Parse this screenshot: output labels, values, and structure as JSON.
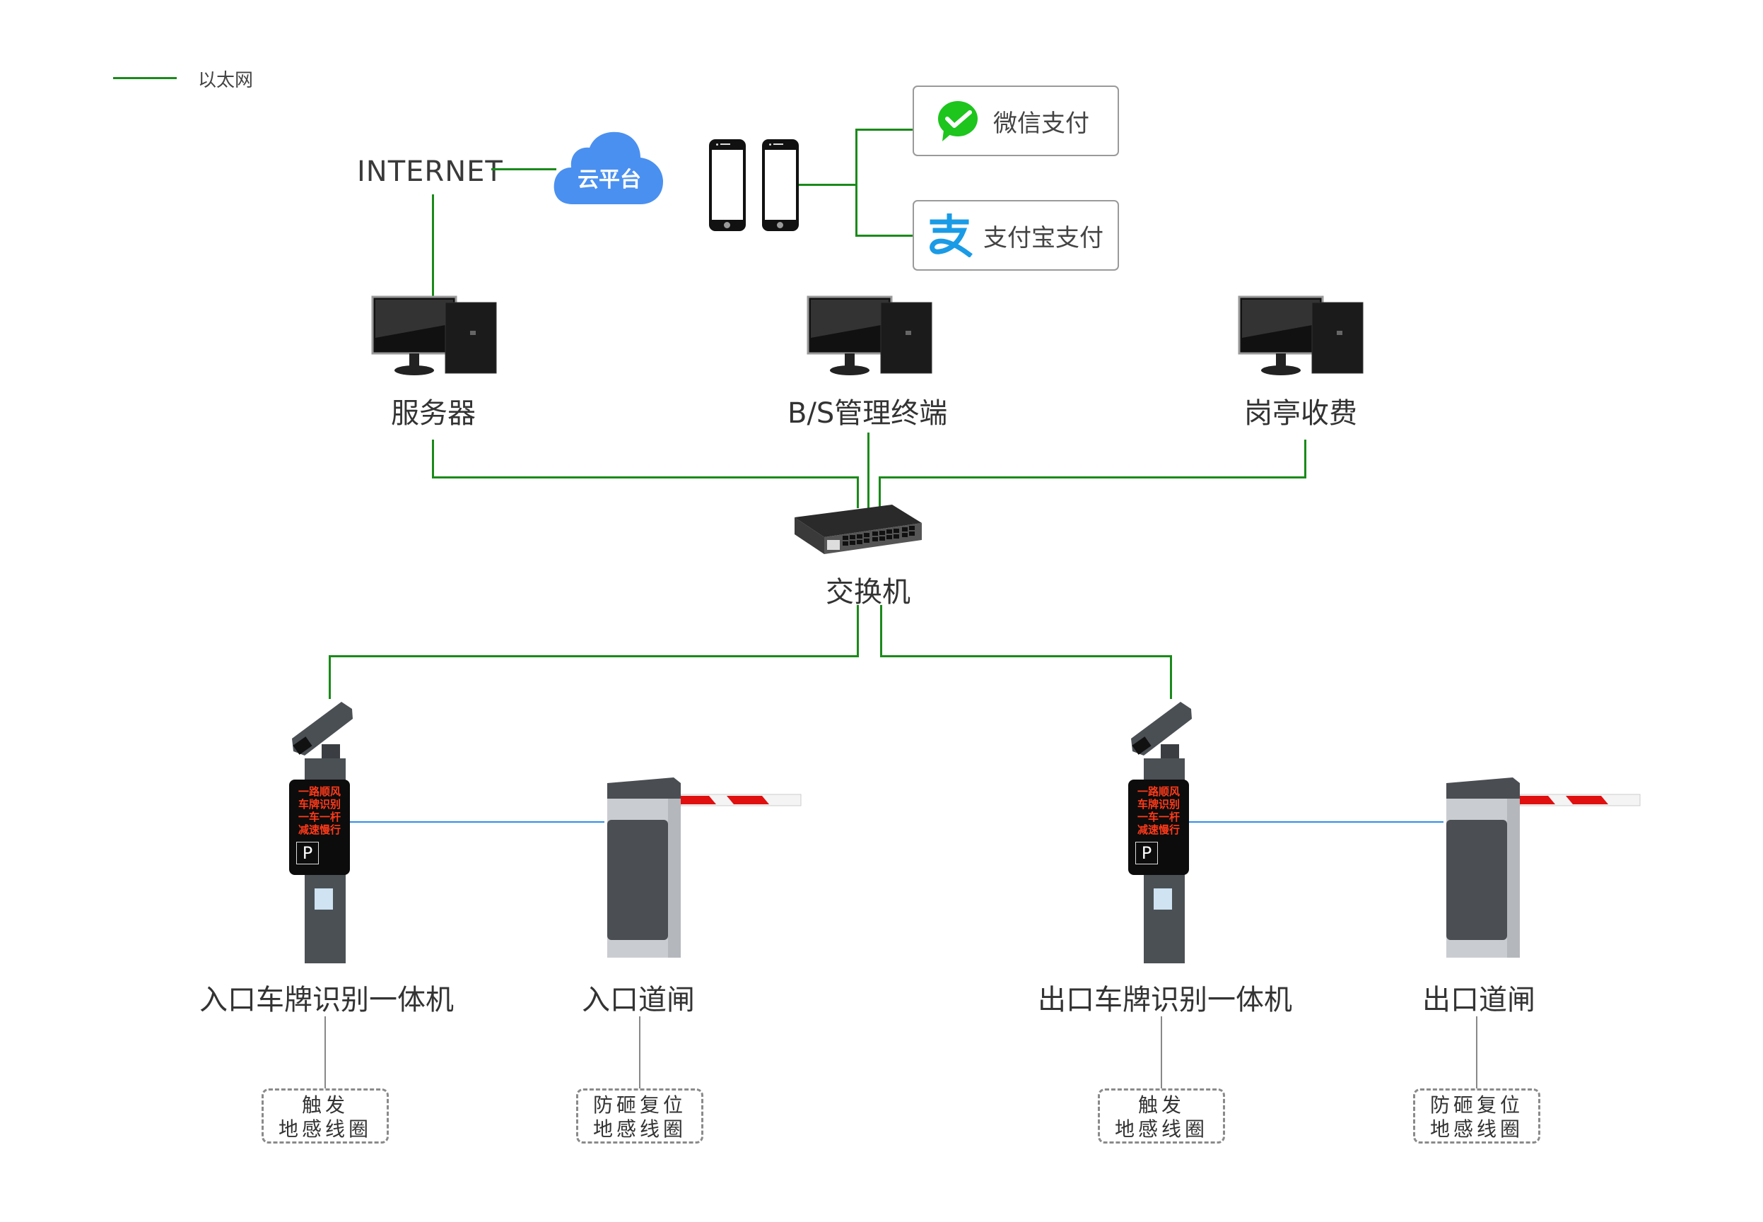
{
  "legend": {
    "items": [
      {
        "label": "以太网",
        "line_color": "#1a8a1a"
      }
    ]
  },
  "colors": {
    "ethernet": "#1a8a1a",
    "device_link": "#2f8fe6",
    "loop_link": "#888888",
    "cloud": "#4a90f0",
    "wechat": "#1dc51d",
    "alipay": "#1a9be6",
    "led_text": "#ff3a1a"
  },
  "internet": {
    "label": "INTERNET"
  },
  "cloud": {
    "label": "云平台"
  },
  "payments": [
    {
      "label": "微信支付",
      "icon": "wechat-pay-icon"
    },
    {
      "label": "支付宝支付",
      "icon": "alipay-icon"
    }
  ],
  "workstations": [
    {
      "label": "服务器",
      "icon": "desktop-computer-icon"
    },
    {
      "label": "B/S管理终端",
      "icon": "desktop-computer-icon"
    },
    {
      "label": "岗亭收费",
      "icon": "desktop-computer-icon"
    }
  ],
  "switch": {
    "label": "交换机",
    "icon": "network-switch-icon"
  },
  "lanes": [
    {
      "camera_label": "入口车牌识别一体机",
      "gate_label": "入口道闸",
      "camera_loop": [
        "触发",
        "地感线圈"
      ],
      "gate_loop": [
        "防砸复位",
        "地感线圈"
      ]
    },
    {
      "camera_label": "出口车牌识别一体机",
      "gate_label": "出口道闸",
      "camera_loop": [
        "触发",
        "地感线圈"
      ],
      "gate_loop": [
        "防砸复位",
        "地感线圈"
      ]
    }
  ],
  "led_display": {
    "lines": [
      "一路顺风",
      "车牌识别",
      "一车一杆",
      "减速慢行"
    ],
    "parking_sign": "P"
  }
}
